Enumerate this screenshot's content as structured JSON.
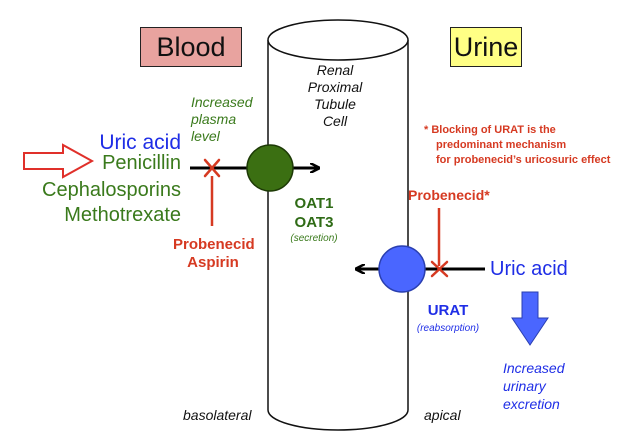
{
  "header": {
    "blood": "Blood",
    "urine": "Urine",
    "cell": [
      "Renal",
      "Proximal",
      "Tubule Cell"
    ]
  },
  "left": {
    "increased_plasma": [
      "Increased",
      "plasma",
      "level"
    ],
    "drugs": {
      "uric_acid": "Uric acid",
      "penicillin": "Penicillin",
      "cephalosporins": "Cephalosporins",
      "methotrexate": "Methotrexate"
    },
    "inhibitors": [
      "Probenecid",
      "Aspirin"
    ]
  },
  "transporters": {
    "oat1": "OAT1",
    "oat3": "OAT3",
    "secretion": "(secretion)",
    "urat": "URAT",
    "reabsorption": "(reabsorption)"
  },
  "right": {
    "note": [
      "* Blocking of URAT is the",
      "predominant mechanism",
      "for probenecid’s uricosuric effect"
    ],
    "probenecid_star": "Probenecid*",
    "uric_acid": "Uric acid",
    "increased_urinary": [
      "Increased",
      "urinary",
      "excretion"
    ]
  },
  "footer": {
    "basolateral": "basolateral",
    "apical": "apical"
  },
  "colors": {
    "blood_bg": "#e8a39f",
    "urine_bg": "#ffff85",
    "oat_circle": "#3b6f12",
    "urat_circle": "#4a66ff",
    "red": "#d63a22",
    "green": "#3a7a1c",
    "blue": "#1f2ee6"
  }
}
